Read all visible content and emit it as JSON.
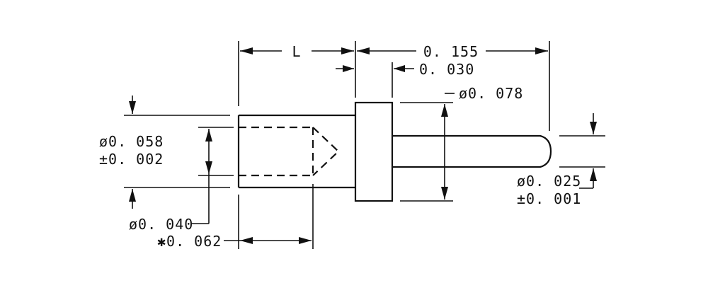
{
  "dimensions": {
    "length": "L",
    "overall_length": "0. 155",
    "flange_thickness": "0. 030",
    "flange_diameter": "ø0. 078",
    "body_diameter_value": "ø0. 058",
    "body_diameter_tolerance": "±0. 002",
    "bore_diameter": "ø0. 040",
    "bore_depth": "✱0. 062",
    "pin_diameter_value": "ø0. 025",
    "pin_diameter_tolerance": "±0. 001"
  },
  "colors": {
    "line": "#111111",
    "background": "#ffffff"
  }
}
